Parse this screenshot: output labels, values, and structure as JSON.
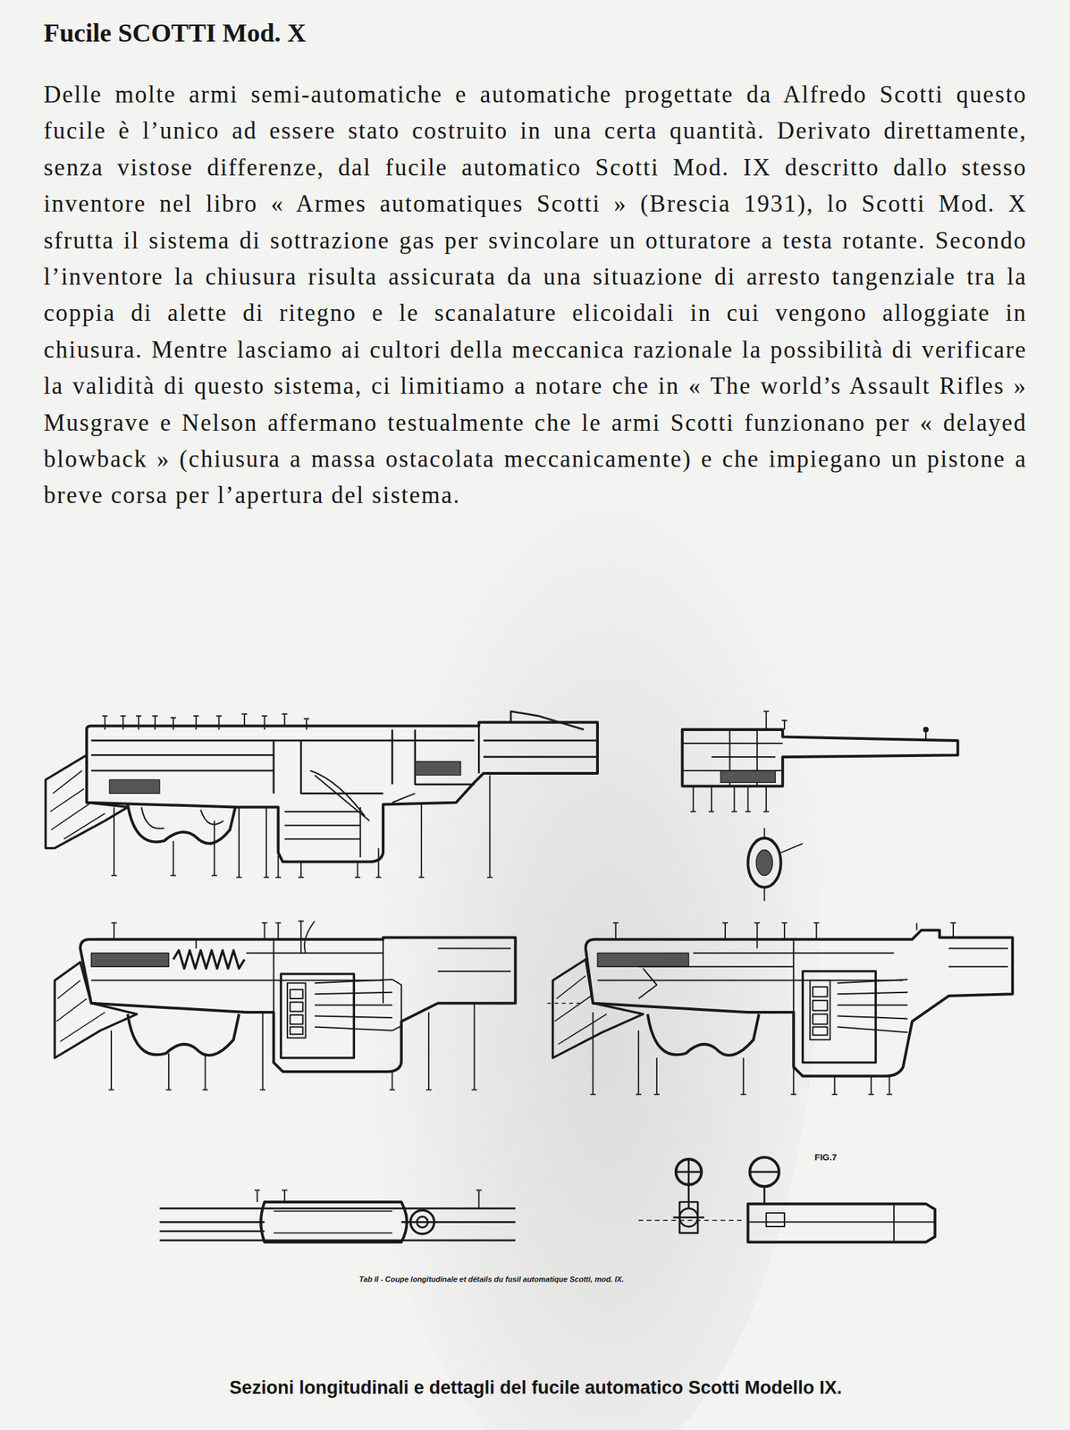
{
  "diagram": {
    "title": "Fucile SCOTTI Mod. X",
    "caption": "Sezioni longitudinali e dettagli del fucile automatico Scotti Modello IX.",
    "labels": [
      "Delle molte armi semi-automatiche e automatiche progettate da Alfredo Scotti questo fucile è l’unico ad essere stato costruito in una certa quantità. Derivato direttamente, senza vistose differenze, dal fucile automatico Scotti Mod. IX descritto dallo stesso inventore nel libro « Armes automatiques Scotti » (Brescia 1931), lo Scotti Mod. X sfrutta il sistema di sottrazione gas per svincolare un otturatore a testa rotante. Secondo l’inventore la chiusura risulta assicurata da una situazione di arresto tangenziale tra la coppia di alette di ritegno e le scanalature elicoidali in cui vengono alloggiate in chiusura. Mentre lasciamo ai cultori della meccanica razionale la possibilità di verificare la validità di questo sistema, ci limitiamo a notare che in « The world’s Assault Rifles » Musgrave e Nelson affermano testualmente che le armi Scotti funzionano per « delayed blowback » (chiusura a massa ostacolata meccanicamente) e che impiegano un pistone a breve corsa per l’apertura del sistema.",
      "FIG.7",
      "Tab II - Coupe longitudinale et détails du fusil automatique Scotti, mod. IX."
    ]
  }
}
